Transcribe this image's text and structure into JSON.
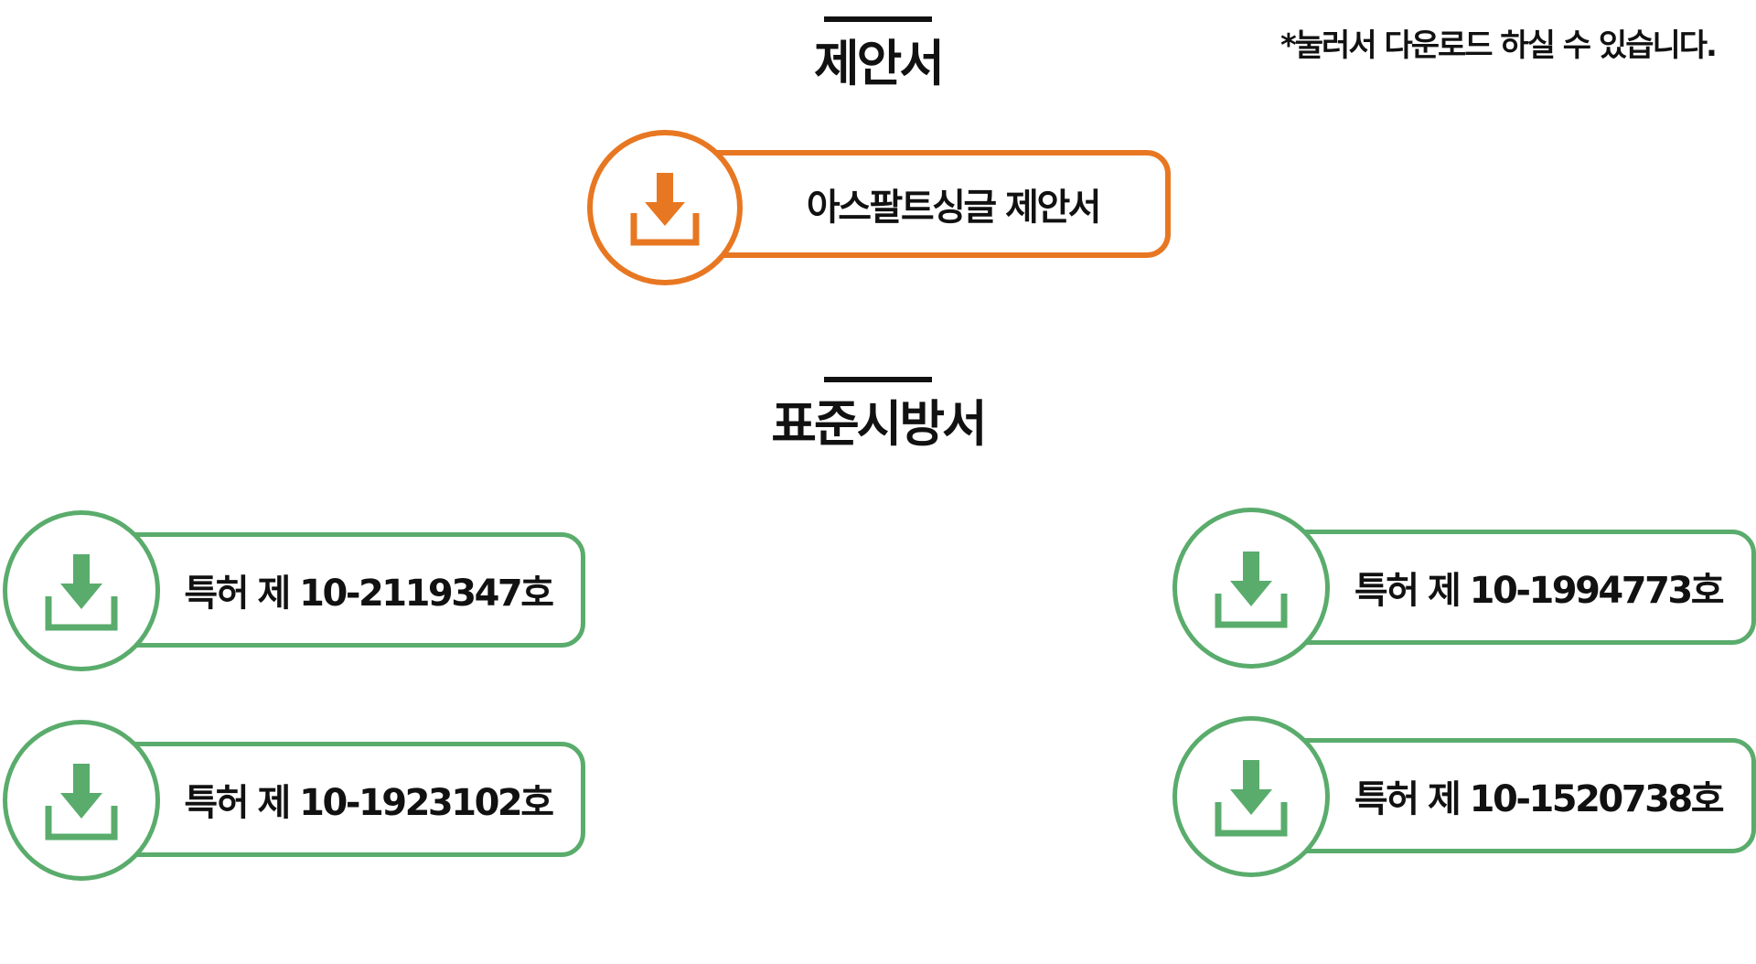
{
  "note": "*눌러서 다운로드 하실 수 있습니다.",
  "proposal_section": {
    "title": "제안서",
    "items": [
      {
        "label": "아스팔트싱글 제안서",
        "icon": "download-icon",
        "color": "#e87722"
      }
    ]
  },
  "spec_section": {
    "title": "표준시방서",
    "items": [
      {
        "label": "특허 제 10-2119347호",
        "icon": "download-icon",
        "color": "#5aac6c"
      },
      {
        "label": "특허 제 10-1994773호",
        "icon": "download-icon",
        "color": "#5aac6c"
      },
      {
        "label": "특허 제 10-1923102호",
        "icon": "download-icon",
        "color": "#5aac6c"
      },
      {
        "label": "특허 제 10-1520738호",
        "icon": "download-icon",
        "color": "#5aac6c"
      }
    ]
  }
}
